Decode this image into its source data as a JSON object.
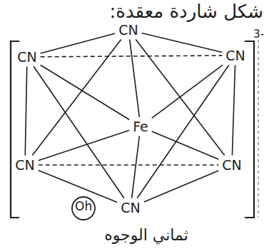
{
  "diagram": {
    "title": "شكل شاردة معقدة:",
    "nodes": [
      {
        "text": [
          "CN"
        ]
      },
      {
        "text": [
          "CN"
        ]
      },
      {
        "text": [
          "CN"
        ]
      },
      {
        "text": [
          "Fe"
        ]
      },
      {
        "text": [
          "CN"
        ]
      },
      {
        "text": [
          "CN"
        ]
      },
      {
        "text": [
          "CN"
        ]
      }
    ],
    "edges": [
      {
        "from": 0,
        "to": 3,
        "arrow": "none"
      },
      {
        "from": 1,
        "to": 3,
        "arrow": "none"
      },
      {
        "from": 2,
        "to": 3,
        "arrow": "none"
      },
      {
        "from": 4,
        "to": 3,
        "arrow": "none"
      },
      {
        "from": 5,
        "to": 3,
        "arrow": "none"
      },
      {
        "from": 6,
        "to": 3,
        "arrow": "none"
      },
      {
        "from": 0,
        "to": 1,
        "arrow": "none"
      },
      {
        "from": 0,
        "to": 2,
        "arrow": "none"
      },
      {
        "from": 1,
        "to": 4,
        "arrow": "none"
      },
      {
        "from": 2,
        "to": 5,
        "arrow": "none"
      },
      {
        "from": 4,
        "to": 6,
        "arrow": "none"
      },
      {
        "from": 5,
        "to": 6,
        "arrow": "none"
      },
      {
        "from": 1,
        "to": 2,
        "arrow": "none"
      },
      {
        "from": 4,
        "to": 5,
        "arrow": "none"
      },
      {
        "from": 0,
        "to": 4,
        "arrow": "none"
      },
      {
        "from": 0,
        "to": 5,
        "arrow": "none"
      },
      {
        "from": 6,
        "to": 1,
        "arrow": "none"
      },
      {
        "from": 6,
        "to": 2,
        "arrow": "none"
      }
    ],
    "labels": [
      "3-",
      "Oh",
      "ثماني الوجوه"
    ]
  }
}
